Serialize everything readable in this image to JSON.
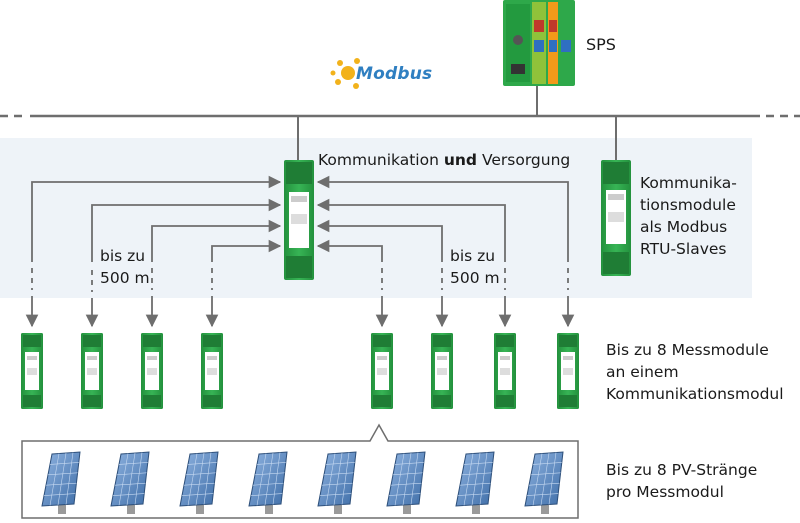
{
  "labels": {
    "plc": "SPS",
    "logo_text": "Modbus",
    "comm_supply_prefix": "Kommunikation",
    "comm_supply_bold": "und",
    "comm_supply_suffix": "Versorgung",
    "comm_modules_line1": "Kommunika-",
    "comm_modules_line2": "tionsmodule",
    "comm_modules_line3": "als Modbus",
    "comm_modules_line4": "RTU-Slaves",
    "distance_left_line1": "bis zu",
    "distance_left_line2": "500 m",
    "distance_right_line1": "bis zu",
    "distance_right_line2": "500 m",
    "measure_modules_line1": "Bis zu 8 Messmodule",
    "measure_modules_line2": "an einem",
    "measure_modules_line3": "Kommunikationsmodul",
    "pv_strings_line1": "Bis zu 8 PV-Stränge",
    "pv_strings_line2": "pro Messmodul"
  },
  "colors": {
    "module_green": "#2ea84a",
    "module_dark_green": "#1f7d35",
    "line_gray": "#6e6e6e",
    "band": "#eef3f8",
    "modbus_blue": "#2f7fc1",
    "panel_blue": "#4f7fb8"
  },
  "counts": {
    "measure_modules": 8,
    "pv_panels": 8
  }
}
